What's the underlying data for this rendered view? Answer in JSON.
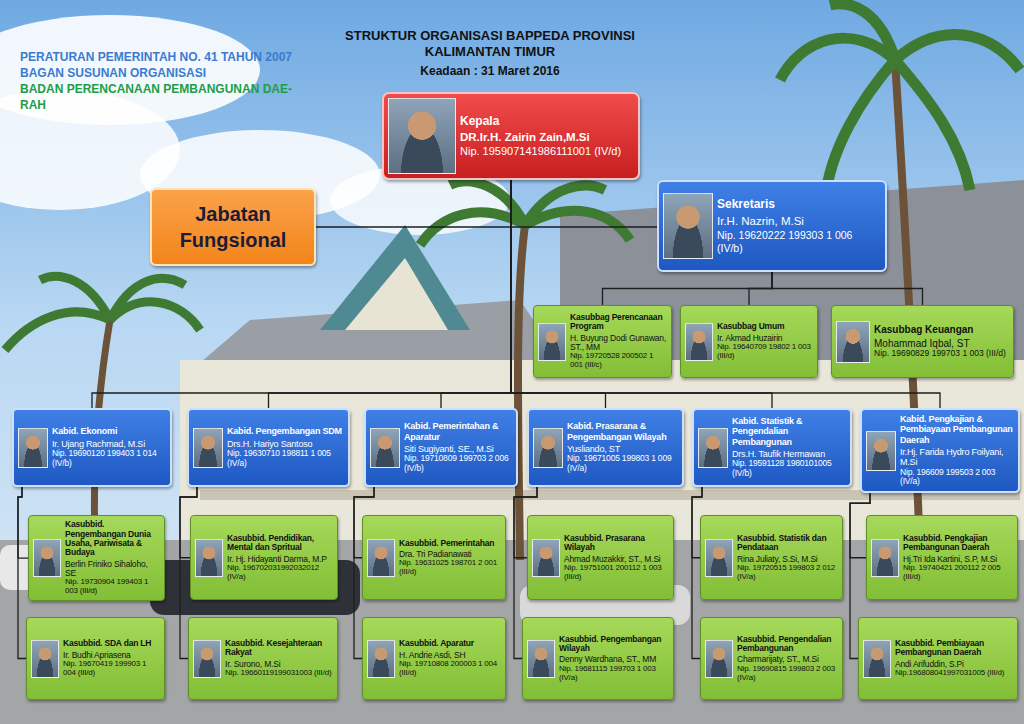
{
  "diagram": {
    "title": "STRUKTUR ORGANISASI BAPPEDA PROVINSI KALIMANTAN TIMUR",
    "nodes": [
      {
        "text": [
          "Kepala",
          "DR.Ir.H. Zairin Zain,M.Si",
          "Nip. 195907141986111001 (IV/d)"
        ]
      },
      {
        "text": [
          "Jabatan Fungsional"
        ]
      },
      {
        "text": [
          "Sekretaris",
          "Ir.H. Nazrin, M.Si",
          "Nip. 19620222 199303 1 006 (IV/b)"
        ]
      },
      {
        "text": [
          "Kasubbag Perencanaan Program",
          "H. Buyung Dodi Gunawan, ST., MM",
          "Nip. 19720528 200502 1 001 (III/c)"
        ]
      },
      {
        "text": [
          "Kasubbag Umum",
          "Ir. Akmad Huzairin",
          "Nip. 19640709 19802 1 003 (III/d)"
        ]
      },
      {
        "text": [
          "Kasubbag Keuangan",
          "Mohammad Iqbal, ST",
          "Nip. 19690829 199703 1 003 (III/d)"
        ]
      },
      {
        "text": [
          "Kabid. Ekonomi",
          "Ir. Ujang Rachmad, M.Si",
          "Nip. 19690120 199403 1 014 (IV/b)"
        ]
      },
      {
        "text": [
          "Kabid. Pengembangan SDM",
          "Drs.H. Hariyo Santoso",
          "Nip. 19630710 198811 1 005 (IV/a)"
        ]
      },
      {
        "text": [
          "Kabid. Pemerintahan & Aparatur",
          "Siti Sugiyanti, SE., M.Si",
          "Nip. 19710809 199703 2 006 (IV/b)"
        ]
      },
      {
        "text": [
          "Kabid. Prasarana & Pengembangan Wilayah",
          "Yusliando, ST",
          "Nip. 19671005 199803 1 009 (IV/a)"
        ]
      },
      {
        "text": [
          "Kabid. Statistik & Pengendalian Pembangunan",
          "Drs.H. Taufik Hermawan",
          "Nip. 19591128 1980101005 (IV/b)"
        ]
      },
      {
        "text": [
          "Kabid. Pengkajian & Pembiayaan Pembangunan Daerah",
          "Ir.Hj. Farida Hydro Foilyani, M.Si",
          "Nip. 196609 199503 2 003 (IV/a)"
        ]
      },
      {
        "text": [
          "Kasubbid. Pengembangan Dunia Usaha, Pariwisata & Budaya",
          "Berlin Friniko Sihaloho, SE",
          "Nip. 19730904 199403 1 003 (III/d)"
        ]
      },
      {
        "text": [
          "Kasubbid. Pendidikan, Mental dan Spritual",
          "Ir. Hj. Hidayanti Darma, M.P",
          "Nip. 196702031992032012 (IV/a)"
        ]
      },
      {
        "text": [
          "Kasubbid. Pemerintahan",
          "Dra. Tri Padianawati",
          "Nip. 19631025 198701 2 001 (III/d)"
        ]
      },
      {
        "text": [
          "Kasubbid. Prasarana Wilayah",
          "Ahmad Muzakkir, ST., M.Si",
          "Nip. 19751001 200112 1 003 (III/d)"
        ]
      },
      {
        "text": [
          "Kasubbid. Statistik dan Pendataan",
          "Rina Juliaty, S.Si, M.Si",
          "Nip. 19720515 199803 2 012 (IV/a)"
        ]
      },
      {
        "text": [
          "Kasubbid. Pengkajian Pembangunan Daerah",
          "Hj.Tri Ida Kartini, S.P, M.Si",
          "Nip. 19740421 200112 2 005 (III/d)"
        ]
      },
      {
        "text": [
          "Kasubbid. SDA dan LH",
          "Ir. Budhi Apriasena",
          "Nip. 19670419 199903 1 004 (III/d)"
        ]
      },
      {
        "text": [
          "Kasubbid. Kesejahteraan Rakyat",
          "Ir. Surono, M.Si",
          "Nip. 19660119199031003 (III/d)"
        ]
      },
      {
        "text": [
          "Kasubbid. Aparatur",
          "H. Andrie Asdi, SH",
          "Nip. 19710808 200003 1 004 (III/d)"
        ]
      },
      {
        "text": [
          "Kasubbid. Pengembangan Wilayah",
          "Denny Wardhana, ST., MM",
          "Nip. 19681115 199703 1 003 (IV/a)"
        ]
      },
      {
        "text": [
          "Kasubbid. Pengendalian Pembangunan",
          "Charmarijaty, ST., M.Si",
          "Nip. 19690815 199803 2 003 (IV/a)"
        ]
      },
      {
        "text": [
          "Kasubbid. Pembiayaan Pembangunan Daerah",
          "Andi Arifuddin, S.Pi",
          "Nip.196808041997031005 (III/d)"
        ]
      }
    ],
    "edges": [
      {
        "from": 0,
        "to": 1,
        "arrow": "none"
      },
      {
        "from": 0,
        "to": 2,
        "arrow": "none"
      },
      {
        "from": 2,
        "to": 3,
        "arrow": "none"
      },
      {
        "from": 2,
        "to": 4,
        "arrow": "none"
      },
      {
        "from": 2,
        "to": 5,
        "arrow": "none"
      },
      {
        "from": 0,
        "to": 6,
        "arrow": "none"
      },
      {
        "from": 0,
        "to": 7,
        "arrow": "none"
      },
      {
        "from": 0,
        "to": 8,
        "arrow": "none"
      },
      {
        "from": 0,
        "to": 9,
        "arrow": "none"
      },
      {
        "from": 0,
        "to": 10,
        "arrow": "none"
      },
      {
        "from": 0,
        "to": 11,
        "arrow": "none"
      },
      {
        "from": 6,
        "to": 12,
        "arrow": "none"
      },
      {
        "from": 6,
        "to": 18,
        "arrow": "none"
      },
      {
        "from": 7,
        "to": 13,
        "arrow": "none"
      },
      {
        "from": 7,
        "to": 19,
        "arrow": "none"
      },
      {
        "from": 8,
        "to": 14,
        "arrow": "none"
      },
      {
        "from": 8,
        "to": 20,
        "arrow": "none"
      },
      {
        "from": 9,
        "to": 15,
        "arrow": "none"
      },
      {
        "from": 9,
        "to": 21,
        "arrow": "none"
      },
      {
        "from": 10,
        "to": 16,
        "arrow": "none"
      },
      {
        "from": 10,
        "to": 22,
        "arrow": "none"
      },
      {
        "from": 11,
        "to": 17,
        "arrow": "none"
      },
      {
        "from": 11,
        "to": 23,
        "arrow": "none"
      }
    ],
    "labels": [
      "Keadaan : 31 Maret 2016",
      "PERATURAN PEMERINTAH NO. 41 TAHUN 2007",
      "BAGAN SUSUNAN ORGANISASI",
      "BADAN PERENCANAAN PEMBANGUNAN DAE- RAH"
    ]
  }
}
